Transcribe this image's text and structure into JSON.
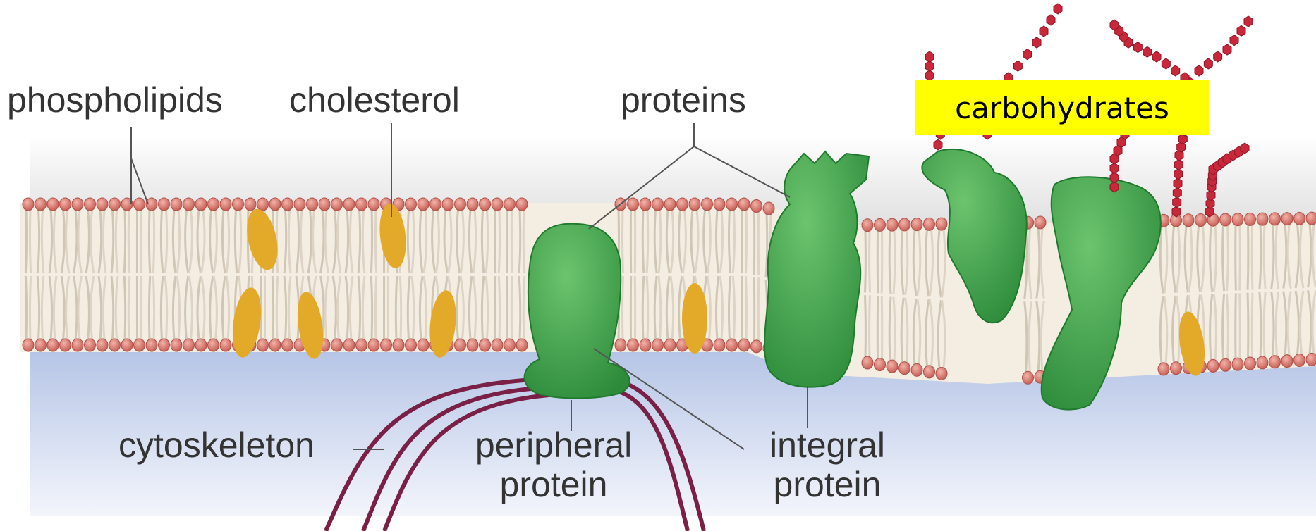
{
  "diagram": {
    "labels": {
      "phospholipids": "phospholipids",
      "cholesterol": "cholesterol",
      "proteins": "proteins",
      "carbohydrates": "carbohydrates",
      "cytoskeleton": "cytoskeleton",
      "peripheral_protein": [
        "peripheral",
        "protein"
      ],
      "integral_protein": [
        "integral",
        "protein"
      ]
    },
    "colors": {
      "phospholipid_head": "#d9786f",
      "phospholipid_tail": "#efe7da",
      "cholesterol": "#e3a928",
      "protein": "#3aa046",
      "carbohydrate": "#c8283a",
      "cytoskeleton": "#7a1f45",
      "highlight": "#ffff00",
      "extracellular": "#e6e6e6",
      "cytoplasm": "#b8c6e6"
    }
  }
}
